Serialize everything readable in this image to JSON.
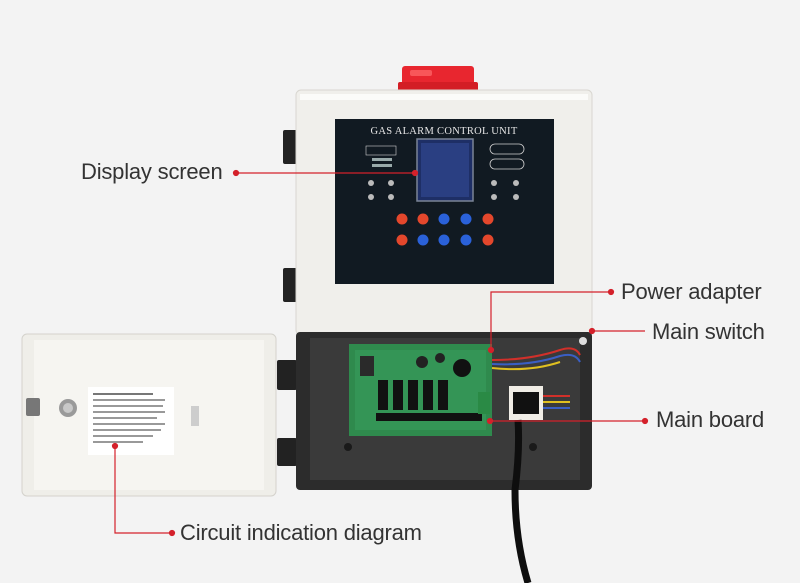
{
  "device": {
    "panel_title": "GAS ALARM CONTROL UNIT",
    "brand_color": "#c0001a",
    "beacon_color": "#e8262f",
    "panel_color": "#111a22"
  },
  "callouts": {
    "display_screen": "Display screen",
    "power_adapter": "Power adapter",
    "main_switch": "Main switch",
    "main_board": "Main board",
    "circuit_diagram": "Circuit indication diagram"
  },
  "line_color": "#d4212b"
}
